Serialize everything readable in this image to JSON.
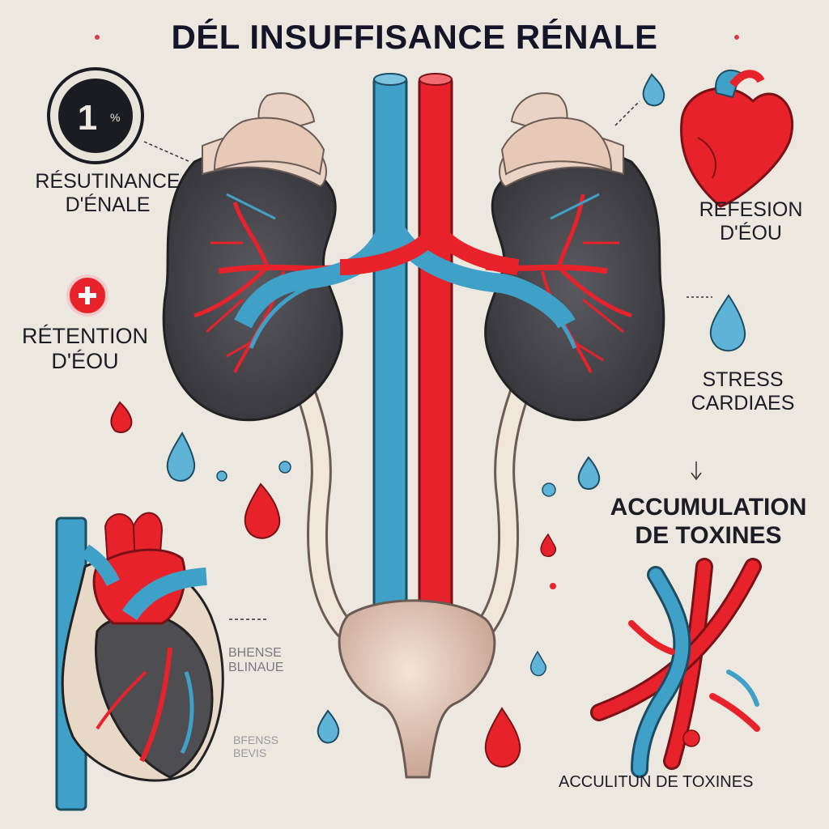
{
  "title": "DÉL INSUFFISANCE RÉNALE",
  "badge": {
    "text": "1",
    "small_text": "%"
  },
  "labels": {
    "left_top": [
      "RÉSUTINANCE",
      "D'ÉNALE"
    ],
    "left_mid": [
      "RÉTENTION",
      "D'ÉOU"
    ],
    "right_top": [
      "REFESION",
      "D'ÉOU"
    ],
    "right_mid": [
      "STRESS",
      "CARDIAES"
    ],
    "right_lower": [
      "ACCUMULATION",
      "DE TOXINES"
    ],
    "bottom_right": "ACCULITUN DE TOXINES",
    "faded_1": [
      "BHENSE",
      "BLINAUE"
    ],
    "faded_2": [
      "BFENSS",
      "BEVIS"
    ]
  },
  "icons": {
    "badge": "percentage-badge-icon",
    "plus": "plus-circle-icon",
    "heart_small": "heart-icon",
    "heart_large": "anatomical-heart-icon",
    "kidneys": "kidney-icon",
    "bladder": "bladder-icon",
    "drops": "water-drop-icon",
    "vessels": "blood-vessel-icon"
  },
  "colors": {
    "background": "#ece8df",
    "artery_red": "#e8222b",
    "vein_blue": "#3fa0c8",
    "kidney_gray": "#4d4d52",
    "tissue_beige": "#ead3c4",
    "text": "#1c1c24"
  }
}
